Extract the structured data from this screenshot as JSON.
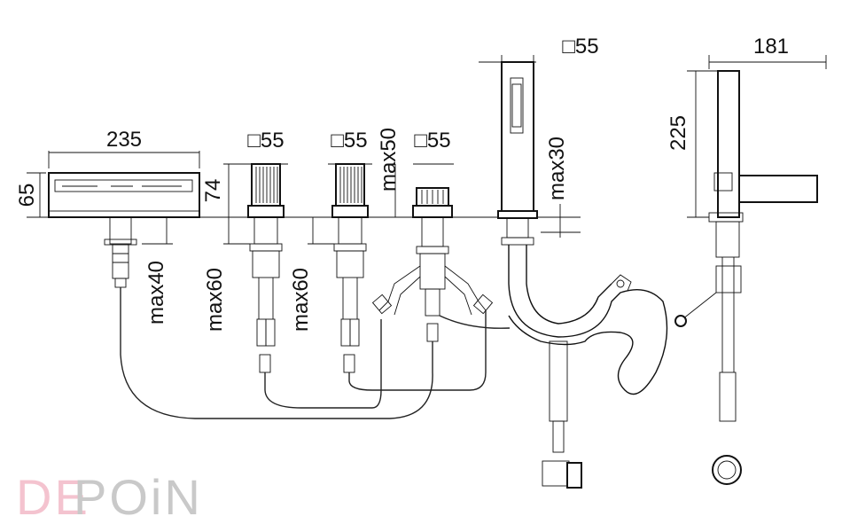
{
  "dimensions": {
    "spout_width": "235",
    "spout_height": "65",
    "spout_max": "max40",
    "valve1_square": "□55",
    "valve1_height": "74",
    "valve1_max": "max60",
    "valve2_square": "□55",
    "valve2_max": "max60",
    "valve3_max_top": "max50",
    "valve3_square": "□55",
    "shower_square": "□55",
    "shower_max": "max30",
    "side_width": "181",
    "side_height": "225"
  },
  "logo": {
    "part1": "DE",
    "part2": "POiNT"
  }
}
